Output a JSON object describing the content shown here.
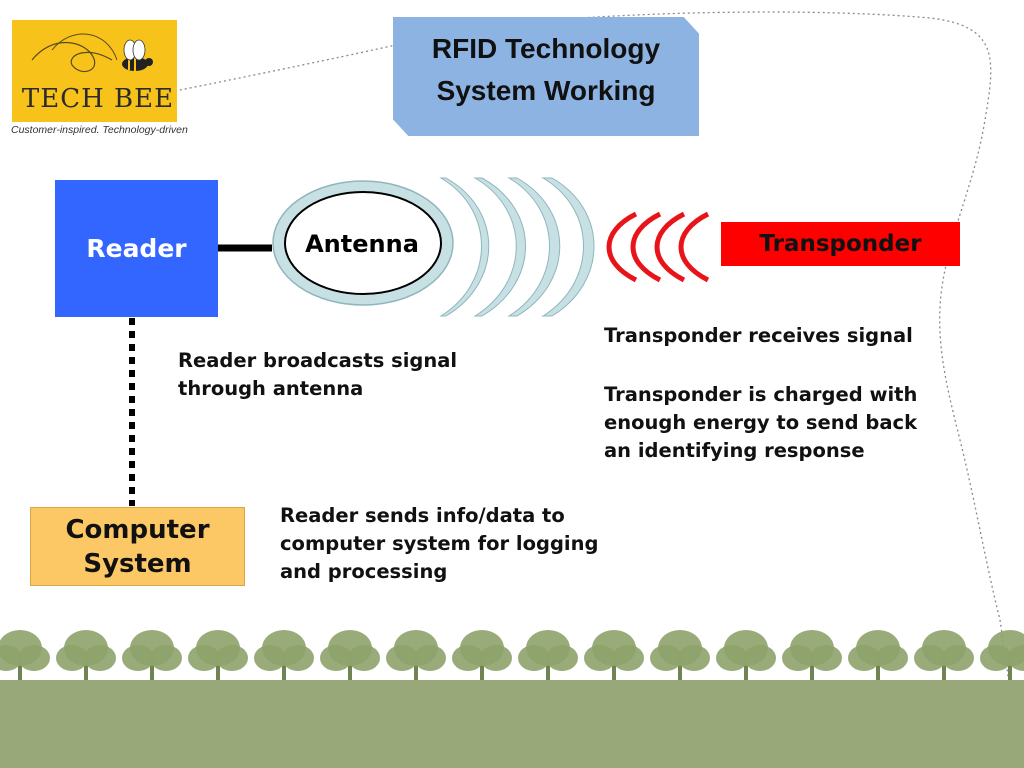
{
  "logo": {
    "name": "TECH BEE",
    "tagline": "Customer-inspired. Technology-driven"
  },
  "title": {
    "line1": "RFID Technology",
    "line2": "System Working"
  },
  "nodes": {
    "reader": "Reader",
    "antenna": "Antenna",
    "transponder": "Transponder",
    "computer_line1": "Computer",
    "computer_line2": "System"
  },
  "notes": {
    "broadcast_line1": "Reader broadcasts signal",
    "broadcast_line2": "through antenna",
    "receives": "Transponder receives signal",
    "charged_line1": "Transponder is charged with",
    "charged_line2": "enough energy to send back",
    "charged_line3": "an identifying response",
    "sends_line1": "Reader sends info/data to",
    "sends_line2": "computer system for logging",
    "sends_line3": "and processing"
  },
  "colors": {
    "reader": "#3366ff",
    "transponder": "#ff0000",
    "computer": "#fcc866",
    "title_banner": "#8db3e2",
    "logo_bg": "#f7c21a",
    "antenna_waves": "#c7e0e4",
    "transponder_waves": "#e8141a",
    "ground": "#98a878"
  }
}
